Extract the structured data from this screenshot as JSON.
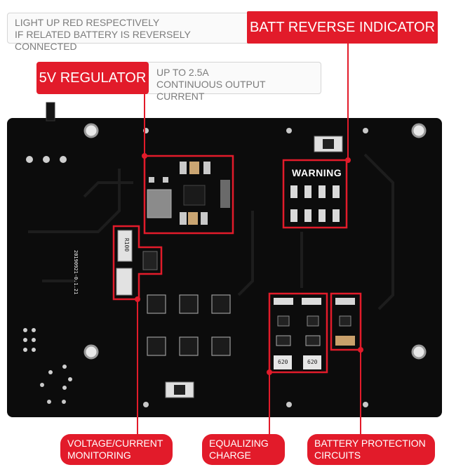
{
  "batt_reverse": {
    "title": "BATT REVERSE INDICATOR",
    "desc_line1": "LIGHT UP RED RESPECTIVELY",
    "desc_line2": "IF RELATED BATTERY IS REVERSELY CONNECTED"
  },
  "regulator": {
    "title": "5V REGULATOR",
    "desc_line1": "UP TO 2.5A",
    "desc_line2": "CONTINUOUS OUTPUT CURRENT"
  },
  "board": {
    "warning": "WARNING",
    "shunt_label": "R100",
    "cap_label_1": "620",
    "cap_label_2": "620",
    "side_code": "20190921-0.1.21"
  },
  "bottom_labels": {
    "monitoring_line1": "VOLTAGE/CURRENT",
    "monitoring_line2": "MONITORING",
    "equalizing_line1": "EQUALIZING",
    "equalizing_line2": "CHARGE",
    "protection_line1": "BATTERY PROTECTION",
    "protection_line2": "CIRCUITS"
  },
  "colors": {
    "accent_red": "#e21b2a",
    "board_black": "#0c0c0c",
    "text_gray": "#7c7c7c"
  }
}
